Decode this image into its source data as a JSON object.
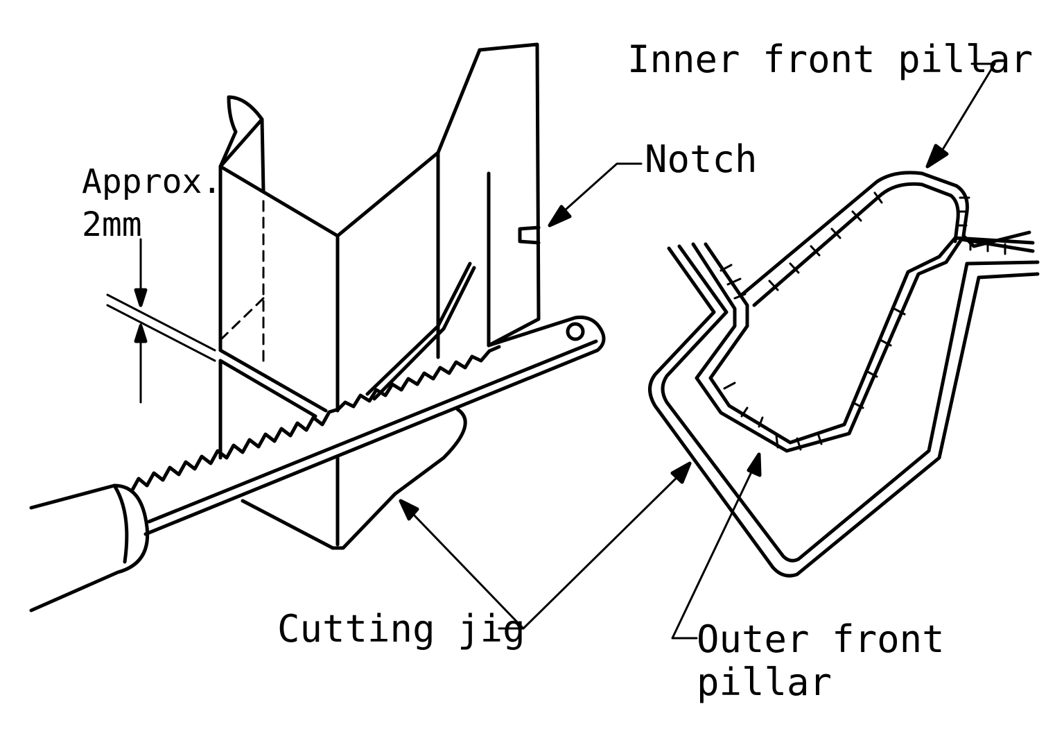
{
  "labels": {
    "inner_front_pillar": "Inner front pillar",
    "notch": "Notch",
    "approx": "Approx.",
    "dimension": "2mm",
    "cutting_jig": "Cutting jig",
    "outer_front_pillar_line1": "Outer front",
    "outer_front_pillar_line2": "pillar"
  },
  "colors": {
    "ink": "#000000",
    "paper": "#ffffff"
  }
}
